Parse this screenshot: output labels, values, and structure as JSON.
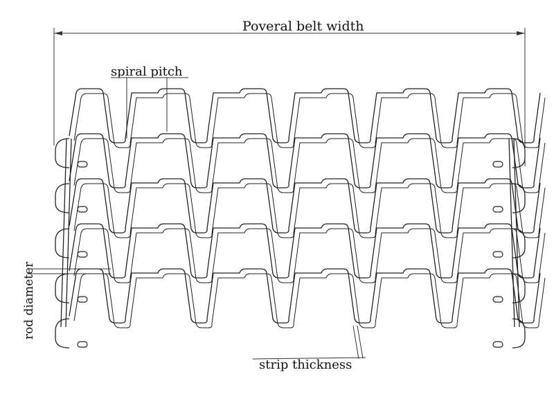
{
  "labels": {
    "overall_belt_width": "Poveral belt width",
    "spiral_pitch": "spiral pitch",
    "rod_diameter": "rod diameter",
    "strip_thickness": "strip thickness"
  },
  "diagram": {
    "rows": 5,
    "cells_per_row": 6
  }
}
